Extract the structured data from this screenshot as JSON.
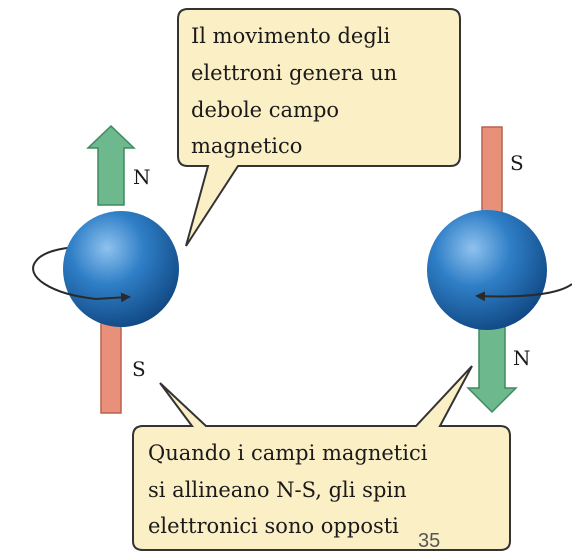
{
  "callout_top": {
    "lines": [
      "Il movimento degli",
      "elettroni genera un",
      "debole campo",
      "magnetico"
    ]
  },
  "callout_bottom": {
    "lines": [
      "Quando i campi magnetici",
      "si allineano N-S, gli spin",
      "elettronici sono opposti"
    ]
  },
  "left_electron": {
    "top_pole": "N",
    "bottom_pole": "S"
  },
  "right_electron": {
    "top_pole": "S",
    "bottom_pole": "N"
  },
  "page_number": "35",
  "colors": {
    "sphere_light": "#8fc2ee",
    "sphere_mid": "#2f7fc7",
    "sphere_dark": "#124a86",
    "arrow_green": "#6db88d",
    "arrow_green_stroke": "#3f8a5f",
    "bar_salmon": "#e8907a",
    "bar_salmon_stroke": "#b8634f",
    "callout_fill": "#fbefc6",
    "callout_stroke": "#333333"
  }
}
